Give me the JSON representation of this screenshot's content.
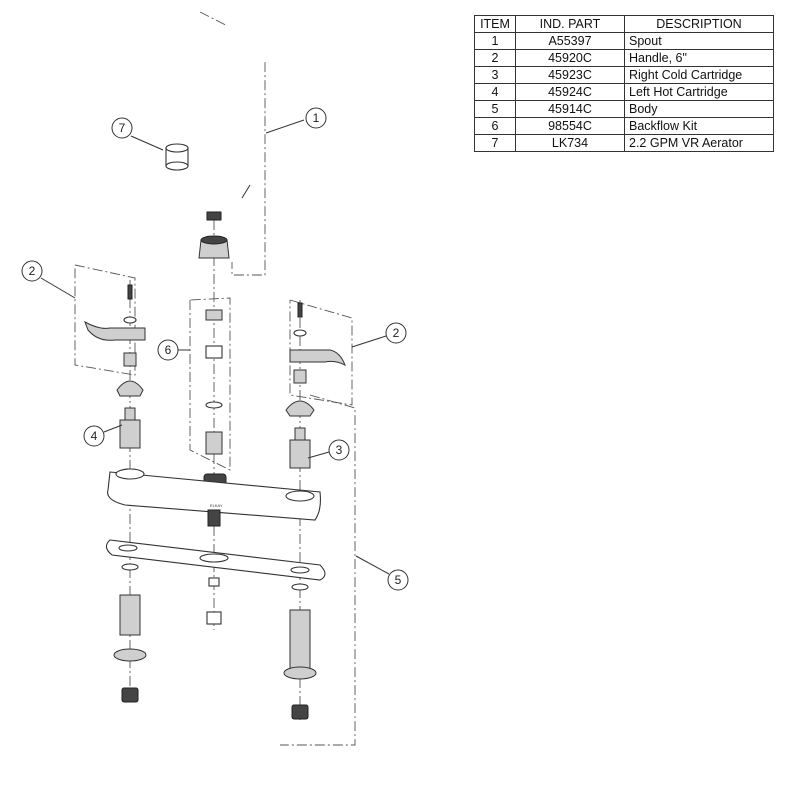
{
  "parts_table": {
    "headers": {
      "item": "ITEM",
      "part": "IND. PART",
      "description": "DESCRIPTION"
    },
    "rows": [
      {
        "item": "1",
        "part": "A55397",
        "description": "Spout"
      },
      {
        "item": "2",
        "part": "45920C",
        "description": "Handle, 6\""
      },
      {
        "item": "3",
        "part": "45923C",
        "description": "Right Cold Cartridge"
      },
      {
        "item": "4",
        "part": "45924C",
        "description": "Left Hot Cartridge"
      },
      {
        "item": "5",
        "part": "45914C",
        "description": "Body"
      },
      {
        "item": "6",
        "part": "98554C",
        "description": "Backflow Kit"
      },
      {
        "item": "7",
        "part": "LK734",
        "description": "2.2 GPM VR Aerator"
      }
    ]
  },
  "callouts": {
    "spout": "1",
    "aerator": "7",
    "handle_left": "2",
    "backflow": "6",
    "handle_right": "2",
    "cartridge_left": "4",
    "cartridge_right": "3",
    "body": "5"
  },
  "body_logo": "ELKAY"
}
